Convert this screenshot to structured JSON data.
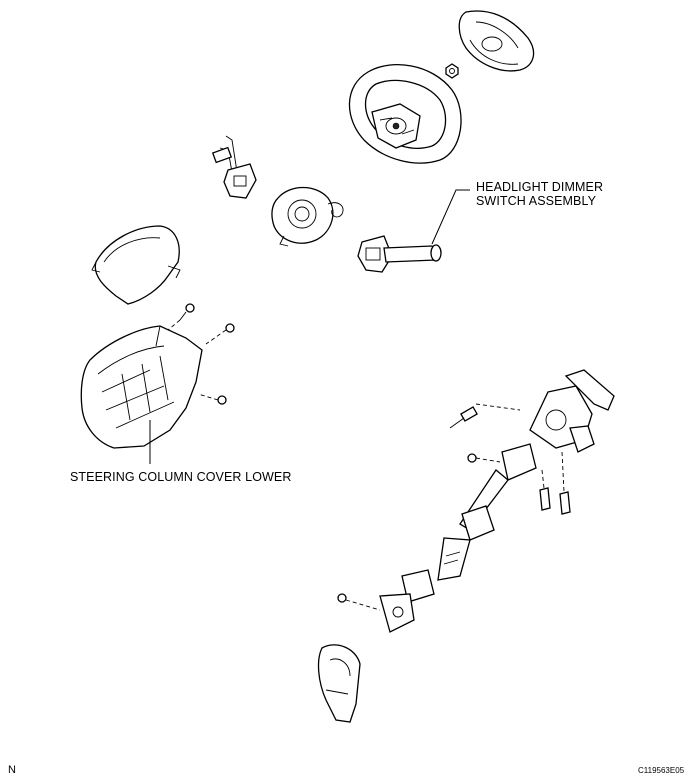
{
  "labels": {
    "headlight_line1": "HEADLIGHT DIMMER",
    "headlight_line2": "SWITCH ASSEMBLY",
    "cover_lower": "STEERING COLUMN COVER LOWER",
    "corner_n": "N",
    "figure_code": "C119563E05"
  }
}
